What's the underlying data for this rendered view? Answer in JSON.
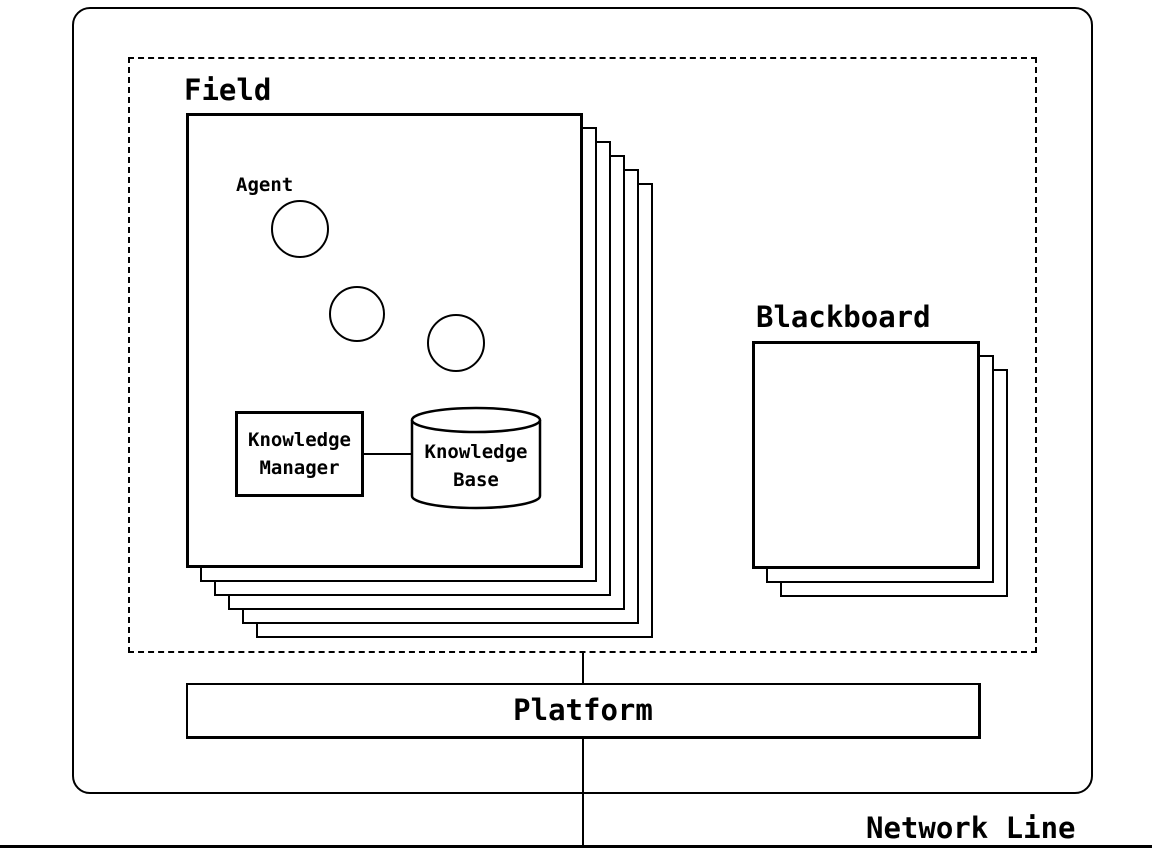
{
  "diagram": {
    "title_context": "Field / Platform multi-agent architecture diagram",
    "colors": {
      "stroke": "#000000",
      "background": "#ffffff"
    },
    "field": {
      "label": "Field",
      "border_style": "dashed"
    },
    "agent_field_stack": {
      "sheet_count": 6,
      "agent_label": "Agent",
      "agent_circle_count": 3
    },
    "knowledge_manager": {
      "label": "Knowledge\nManager"
    },
    "knowledge_base": {
      "label": "Knowledge\nBase",
      "shape": "cylinder"
    },
    "blackboard": {
      "label": "Blackboard",
      "sheet_count": 3
    },
    "platform": {
      "label": "Platform"
    },
    "network": {
      "label": "Network Line"
    }
  }
}
